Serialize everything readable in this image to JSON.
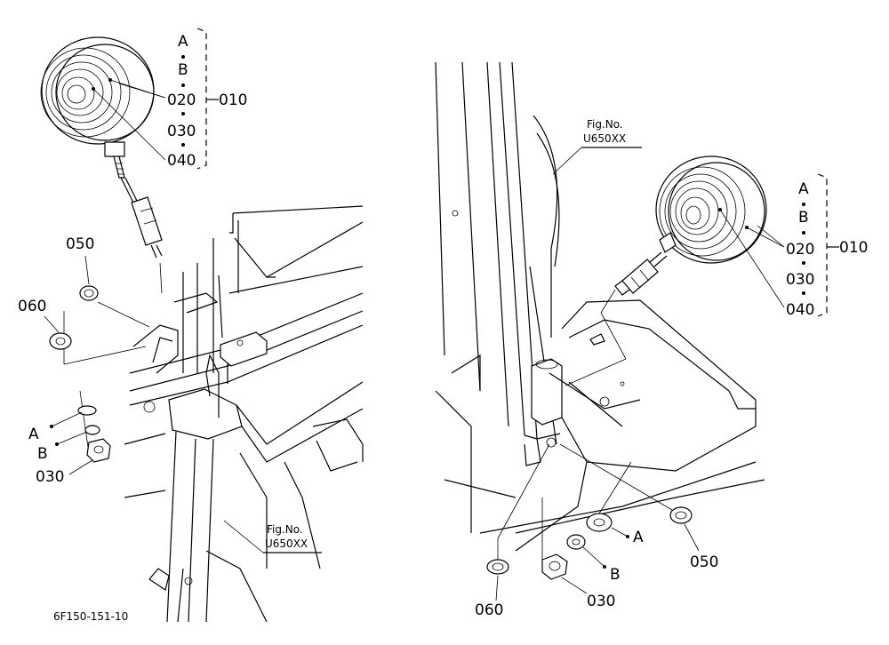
{
  "left_callouts": {
    "A": "A",
    "B": "B",
    "p020": "020",
    "p030": "030",
    "p040": "040",
    "p010": "010",
    "p050": "050",
    "p060": "060",
    "washer_A": "A",
    "washer_B": "B",
    "nut_030": "030"
  },
  "left_fig_ref": {
    "line1": "Fig.No.",
    "line2": "U650XX"
  },
  "right_callouts": {
    "A": "A",
    "B": "B",
    "p020": "020",
    "p030": "030",
    "p040": "040",
    "p010": "010",
    "p050": "050",
    "p060": "060",
    "washer_A": "A",
    "washer_B": "B",
    "nut_030": "030"
  },
  "right_fig_ref": {
    "line1": "Fig.No.",
    "line2": "U650XX"
  },
  "drawing_code": "6F150-151-10"
}
